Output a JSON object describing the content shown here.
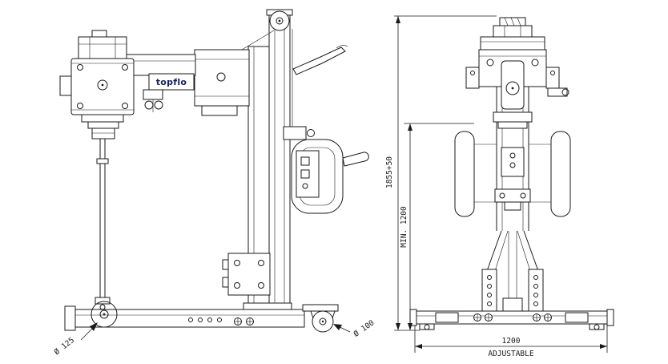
{
  "drawing": {
    "brand": "topflo",
    "dimensions": {
      "overall_height": "1855+50",
      "min_height": "MIN. 1200",
      "base_width": "1200",
      "base_width_note": "ADJUSTABLE",
      "front_caster_dia": "Ø 125",
      "rear_caster_dia": "Ø 100"
    },
    "colors": {
      "line": "#1a1a1a",
      "brand": "#15205a",
      "background": "#ffffff"
    }
  }
}
